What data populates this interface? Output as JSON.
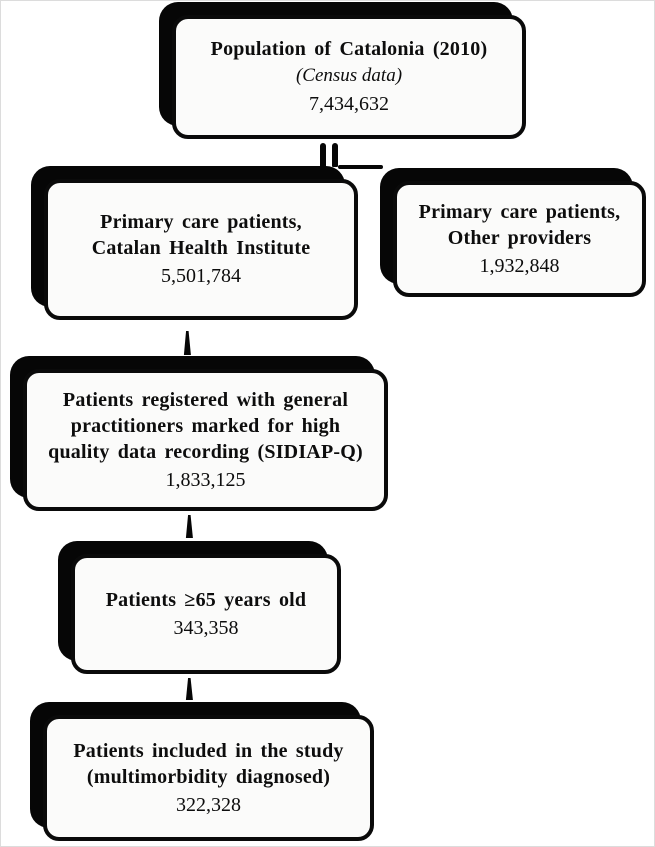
{
  "figure": {
    "type": "flowchart",
    "description": "Patient selection flow diagram, SIDIAP-Q study population",
    "colors": {
      "ink": "#0d0d0d",
      "card_fill": "#fbfbfa",
      "shadow": "#060606",
      "background": "#ffffff"
    }
  },
  "flowchart": {
    "nodes": [
      {
        "id": "population-catalonia",
        "title": [
          "Population of Catalonia (2010)"
        ],
        "subtitle": "(Census data)",
        "value": "7,434,632"
      },
      {
        "id": "primary-care-ichs",
        "title": [
          "Primary care patients,",
          "Catalan Health Institute"
        ],
        "value": "5,501,784"
      },
      {
        "id": "primary-care-other",
        "title": [
          "Primary care patients,",
          "Other providers"
        ],
        "value": "1,932,848"
      },
      {
        "id": "sidiap-q",
        "title": [
          "Patients registered with general",
          "practitioners marked for high",
          "quality data recording (SIDIAP-Q)"
        ],
        "value": "1,833,125"
      },
      {
        "id": "age-65-plus",
        "title": [
          "Patients ≥65 years old"
        ],
        "value": "343,358"
      },
      {
        "id": "included-study",
        "title": [
          "Patients included in the study",
          "(multimorbidity diagnosed)"
        ],
        "value": "322,328"
      }
    ],
    "edges": [
      {
        "from": "population-catalonia",
        "to": "primary-care-ichs",
        "style": "double-tick"
      },
      {
        "from": "population-catalonia",
        "to": "primary-care-other",
        "style": "horizontal-branch"
      },
      {
        "from": "primary-care-ichs",
        "to": "sidiap-q",
        "style": "down-arrow"
      },
      {
        "from": "sidiap-q",
        "to": "age-65-plus",
        "style": "down-arrow"
      },
      {
        "from": "age-65-plus",
        "to": "included-study",
        "style": "down-arrow"
      }
    ]
  }
}
